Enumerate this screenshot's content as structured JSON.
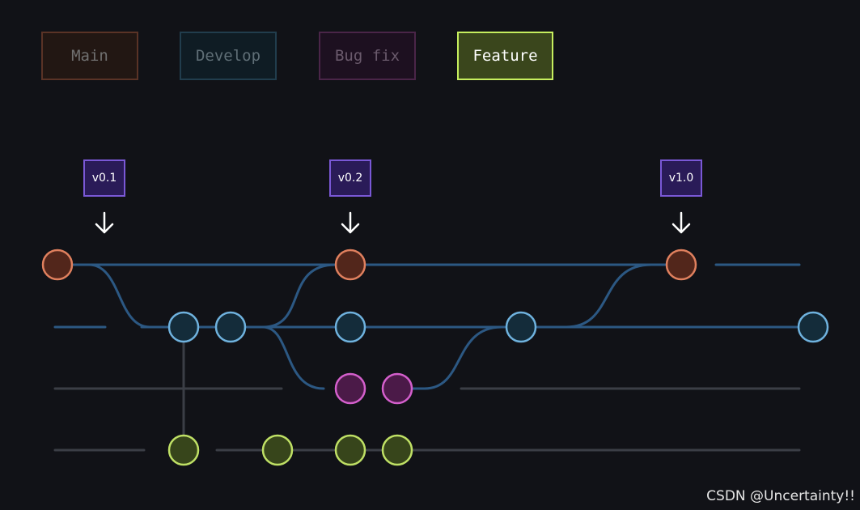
{
  "legend": [
    {
      "label": "Main",
      "border": "#5a3326",
      "bg": "#221713",
      "text": "#707070"
    },
    {
      "label": "Develop",
      "border": "#213d4d",
      "bg": "#0f1c24",
      "text": "#5f6e76"
    },
    {
      "label": "Bug fix",
      "border": "#4a2548",
      "bg": "#1d1020",
      "text": "#6a5a6c"
    },
    {
      "label": "Feature",
      "border": "#c6ee5e",
      "bg": "#3a461c",
      "text": "#ffffff"
    }
  ],
  "tags": [
    {
      "label": "v0.1"
    },
    {
      "label": "v0.2"
    },
    {
      "label": "v1.0"
    }
  ],
  "colors": {
    "main_commit_fill": "#52261b",
    "main_commit_stroke": "#e0805e",
    "develop_commit_fill": "#142c3a",
    "develop_commit_stroke": "#6fb2de",
    "bugfix_commit_fill": "#4b1a48",
    "bugfix_commit_stroke": "#d45fcc",
    "feature_commit_fill": "#37451b",
    "feature_commit_stroke": "#bfe065",
    "branch_line": "#2c5883",
    "idle_line": "#3b3e46",
    "arrow": "#ffffff"
  },
  "watermark": "CSDN @Uncertainty!!"
}
